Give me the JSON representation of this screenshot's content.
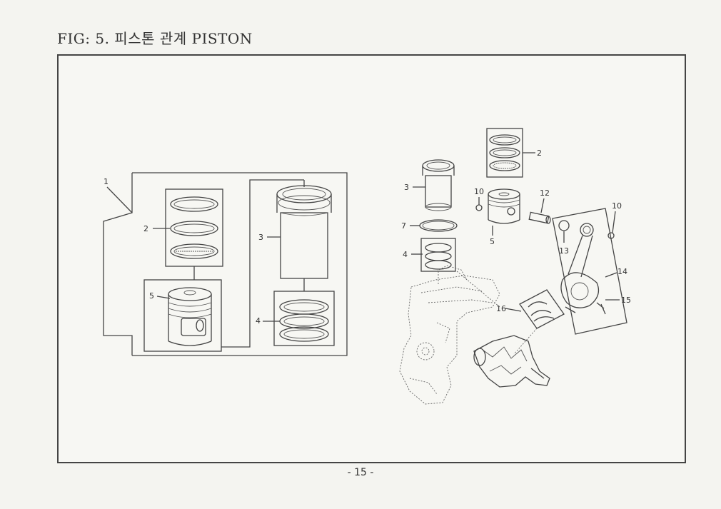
{
  "figure": {
    "title": "FIG: 5. 피스톤 관계 PISTON"
  },
  "labels": {
    "left": {
      "l1": "1",
      "l2": "2",
      "l3": "3",
      "l4": "4",
      "l5": "5"
    },
    "right": {
      "r2": "2",
      "r3": "3",
      "r4": "4",
      "r5": "5",
      "r7": "7",
      "r10a": "10",
      "r10b": "10",
      "r12": "12",
      "r13": "13",
      "r14": "14",
      "r15": "15",
      "r16": "16"
    }
  },
  "footer": {
    "page": "- 15 -"
  }
}
